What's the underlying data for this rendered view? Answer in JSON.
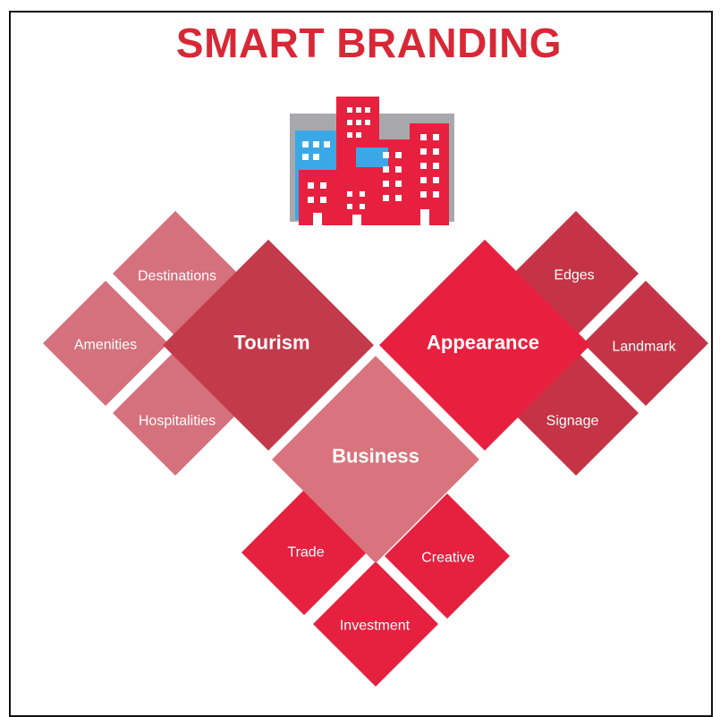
{
  "title": "SMART BRANDING",
  "logo_icon": "city-buildings-icon",
  "colors": {
    "title": "#d82836",
    "tourism": "#c33a4a",
    "tourism_sub": "#d5717d",
    "appearance": "#e8203f",
    "appearance_sub": "#c43446",
    "business": "#d9747e",
    "business_sub": "#e6203f"
  },
  "categories": {
    "tourism": {
      "label": "Tourism",
      "items": [
        "Destinations",
        "Amenities",
        "Hospitalities"
      ]
    },
    "appearance": {
      "label": "Appearance",
      "items": [
        "Edges",
        "Landmark",
        "Signage"
      ]
    },
    "business": {
      "label": "Business",
      "items": [
        "Trade",
        "Creative",
        "Investment"
      ]
    }
  }
}
